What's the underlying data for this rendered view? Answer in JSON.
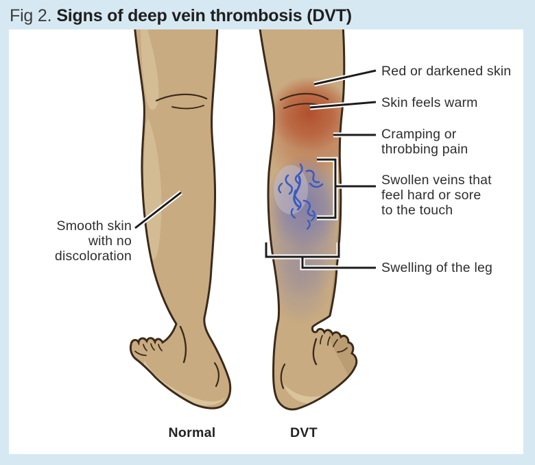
{
  "header": {
    "figure_label": "Fig 2.",
    "title": "Signs of deep vein thrombosis (DVT)"
  },
  "legs": {
    "normal": {
      "caption": "Normal",
      "annotation_smooth_skin": "Smooth skin\nwith no\ndiscoloration"
    },
    "dvt": {
      "caption": "DVT",
      "annotations": {
        "red_skin": "Red or darkened skin",
        "warm_skin": "Skin feels warm",
        "cramping": "Cramping or\nthrobbing pain",
        "swollen_veins": "Swollen veins that\nfeel hard or sore\nto the touch",
        "swelling": "Swelling of the leg"
      }
    }
  },
  "colors": {
    "page_background": "#d6e9f2",
    "panel_background": "#ffffff",
    "skin": "#c9ab81",
    "skin_shadow": "#b6986f",
    "skin_highlight": "#d6c098",
    "outline": "#3a2a1b",
    "inflamed_red": "#b04a28",
    "congested_blue": "#807da5",
    "vein_blue": "#3b5ac0",
    "leader_line": "#1c1c1c",
    "text": "#2d2d2d"
  }
}
